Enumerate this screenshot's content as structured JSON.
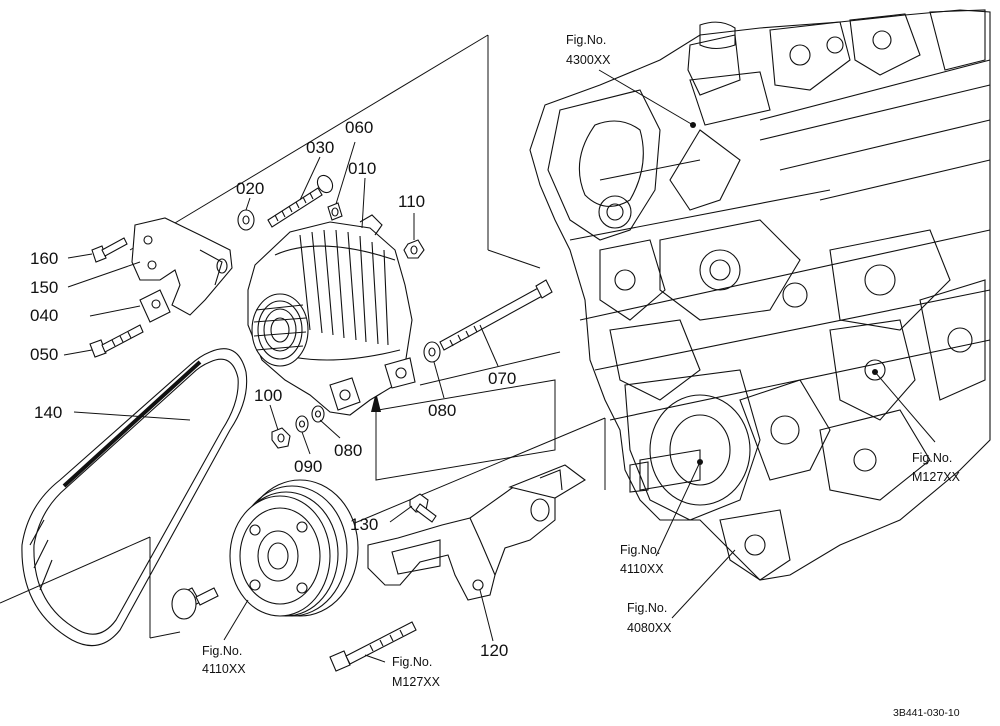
{
  "parts": {
    "p010": "010",
    "p020": "020",
    "p030": "030",
    "p040": "040",
    "p050": "050",
    "p060": "060",
    "p070": "070",
    "p080a": "080",
    "p080b": "080",
    "p090": "090",
    "p100": "100",
    "p110": "110",
    "p120": "120",
    "p130": "130",
    "p140": "140",
    "p150": "150",
    "p160": "160"
  },
  "figure_refs": {
    "f4300": [
      "Fig.No.",
      "4300XX"
    ],
    "fM127a": [
      "Fig.No.",
      "M127XX"
    ],
    "f4110a": [
      "Fig.No.",
      "4110XX"
    ],
    "f4080": [
      "Fig.No.",
      "4080XX"
    ],
    "f4110b": [
      "Fig.No.",
      "4110XX"
    ],
    "fM127b": [
      "Fig.No.",
      "M127XX"
    ]
  },
  "drawing_code": "3B441-030-10"
}
